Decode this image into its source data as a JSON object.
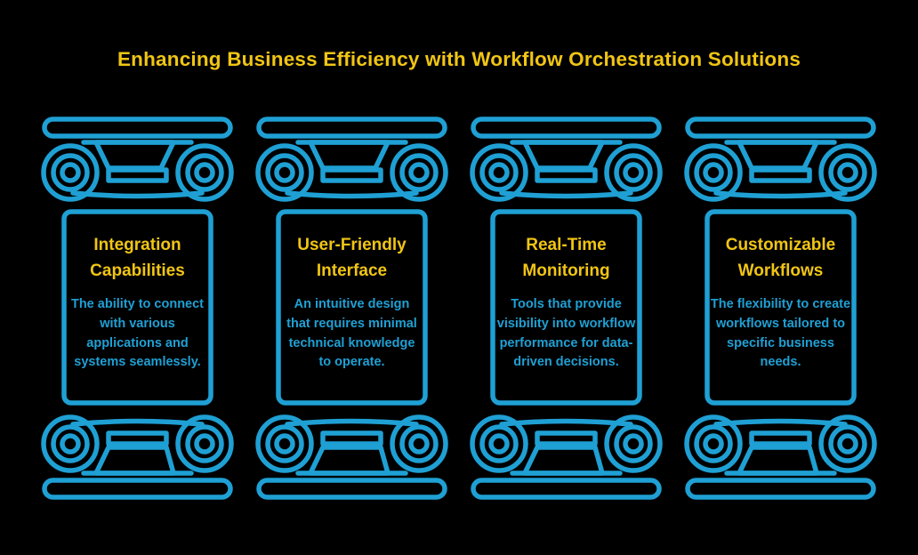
{
  "colors": {
    "blue": "#1FA0D4",
    "yellow": "#F0C514",
    "background": "#000000"
  },
  "header": {
    "title": "Enhancing Business Efficiency with Workflow Orchestration Solutions"
  },
  "pillars": [
    {
      "icon": "greek-column-icon",
      "title": "Integration Capabilities",
      "description": "The ability to connect with various applications and systems seamlessly."
    },
    {
      "icon": "greek-column-icon",
      "title": "User-Friendly Interface",
      "description": "An intuitive design that requires minimal technical knowledge to operate."
    },
    {
      "icon": "greek-column-icon",
      "title": "Real-Time Monitoring",
      "description": "Tools that provide visibility into workflow performance for data-driven decisions."
    },
    {
      "icon": "greek-column-icon",
      "title": "Customizable Workflows",
      "description": "The flexibility to create workflows tailored to specific business needs."
    }
  ]
}
